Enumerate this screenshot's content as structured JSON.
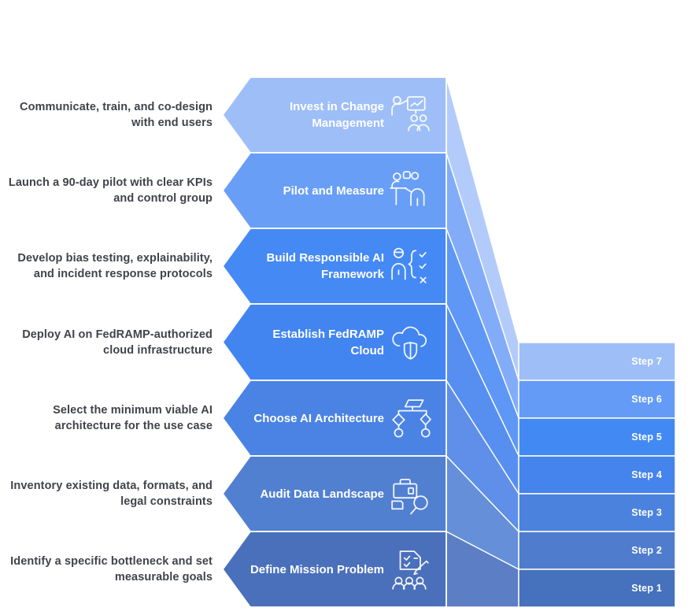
{
  "diagram": {
    "name": "AI adoption roadmap step diagram",
    "steps_top_to_bottom": [
      {
        "step_label": "Step 7",
        "title": "Invest in Change Management",
        "description": "Communicate, train, and co-design with end users",
        "icon": "change-management-presenter-icon",
        "band_color": "#9EBEF8",
        "ribbon_color": "#B3CBFA",
        "box_color": "#9EBEF8"
      },
      {
        "step_label": "Step 6",
        "title": "Pilot and Measure",
        "description": "Launch a 90-day pilot with clear KPIs and control group",
        "icon": "pilot-measure-meeting-icon",
        "band_color": "#699EF6",
        "ribbon_color": "#83ACF8",
        "box_color": "#639BF7"
      },
      {
        "step_label": "Step 5",
        "title": "Build Responsible AI Framework",
        "description": "Develop bias testing, explainability, and incident response protocols",
        "icon": "responsible-ai-checklist-icon",
        "band_color": "#4589F4",
        "ribbon_color": "#5E97F6",
        "box_color": "#4389F4"
      },
      {
        "step_label": "Step 4",
        "title": "Establish FedRAMP Cloud",
        "description": "Deploy AI on FedRAMP-authorized cloud infrastructure",
        "icon": "cloud-shield-icon",
        "band_color": "#4285F0",
        "ribbon_color": "#578FF1",
        "box_color": "#4484EC"
      },
      {
        "step_label": "Step 3",
        "title": "Choose AI Architecture",
        "description": "Select the minimum viable AI architecture for the use case",
        "icon": "flowchart-architecture-icon",
        "band_color": "#4A83E3",
        "ribbon_color": "#5F8FE8",
        "box_color": "#4B82DD"
      },
      {
        "step_label": "Step 2",
        "title": "Audit Data Landscape",
        "description": "Inventory existing data, formats, and legal constraints",
        "icon": "briefcase-magnifier-icon",
        "band_color": "#5280D1",
        "ribbon_color": "#6590D9",
        "box_color": "#4F7CCD"
      },
      {
        "step_label": "Step 1",
        "title": "Define Mission Problem",
        "description": "Identify a specific bottleneck and set measurable goals",
        "icon": "mission-checklist-people-icon",
        "band_color": "#4A70BC",
        "ribbon_color": "#5C7EC5",
        "box_color": "#4571BD"
      }
    ],
    "colors": {
      "description_text": "#41434C",
      "title_text": "#FFFFFF",
      "step_label_text": "#FFFFFF",
      "outline": "#FFFFFF",
      "background": "#FFFFFF"
    }
  }
}
